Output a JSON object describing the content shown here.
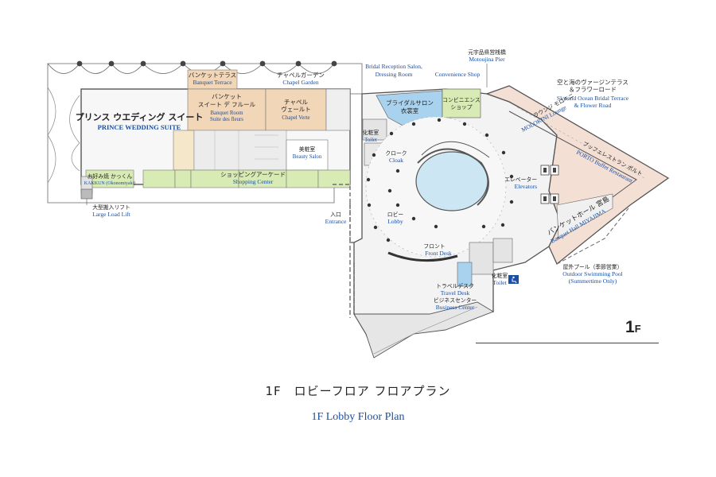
{
  "floor": {
    "big": "1",
    "small": "F"
  },
  "titles": {
    "jp": "1F　ロビーフロア フロアプラン",
    "en": "1F Lobby Floor Plan"
  },
  "colors": {
    "banquet_fill": "#f2d6b8",
    "beige_fill": "#f5e7c9",
    "green_fill": "#d9ebb4",
    "blue_fill": "#a9d2ee",
    "pool_fill": "#cde6f4",
    "gray_fill": "#e9e9e9",
    "lounge_fill": "#f3dfd3",
    "en_text": "#1a4fa3",
    "wall": "#555555"
  },
  "labels": {
    "banquet_terrace": {
      "jp": "バンケットテラス",
      "en": "Banquet Terrace"
    },
    "chapel_garden": {
      "jp": "チャペルガーデン",
      "en": "Chapel Garden"
    },
    "prince_wedding": {
      "jp": "プリンス ウエディング スイート",
      "en": "PRINCE WEDDING SUITE"
    },
    "banquet_room": {
      "jp1": "バンケット",
      "jp2": "スイート デ フルール",
      "en1": "Banquet Room",
      "en2": "Suite des fleurs"
    },
    "chapel_verte": {
      "jp1": "チャペル",
      "jp2": "ヴェールト",
      "en": "Chapel Verte"
    },
    "beauty": {
      "jp": "美粧室",
      "en": "Beauty Salon"
    },
    "okonomiyaki": {
      "jp": "お好み焼 かっくん",
      "en": "KAKKUN (Okonomiyaki)"
    },
    "shopping": {
      "jp": "ショッピングアーケード",
      "en": "Shopping Center"
    },
    "lift": {
      "jp": "大型搬入リフト",
      "en": "Large Load Lift"
    },
    "bridal": {
      "en1": "Bridal Reception Salon,",
      "en2": "Dressing Room",
      "jp1": "ブライダルサロン",
      "jp2": "衣裳室"
    },
    "convenience": {
      "en": "Convenience Shop",
      "jp1": "コンビニエンス",
      "jp2": "ショップ"
    },
    "pier": {
      "jp": "元宇品県営桟橋",
      "en": "Motoujina Pier"
    },
    "terrace": {
      "jp1": "空と海のヴァージンテラス",
      "jp2": "＆フラワーロード",
      "en1": "Sky and Ocean Bridal Terrace",
      "en2": "& Flower Road"
    },
    "molokini": {
      "jp": "ラウンジ モロキニ",
      "en": "MOLOKINI Lounge"
    },
    "porto": {
      "jp": "ブッフェレストラン ポルト",
      "en": "PORTO Buffet Restaurant"
    },
    "elevators": {
      "jp": "エレベーター",
      "en": "Elevators"
    },
    "miyajima": {
      "jp": "バンケットホール 宮島",
      "en": "Banquet Hall MIYAJIMA"
    },
    "toilet_top": {
      "jp": "化粧室",
      "en": "Toilet"
    },
    "cloak": {
      "jp": "クローク",
      "en": "Cloak"
    },
    "entrance": {
      "jp": "入口",
      "en": "Entrance"
    },
    "lobby": {
      "jp": "ロビー",
      "en": "Lobby"
    },
    "front": {
      "jp": "フロント",
      "en": "Front Desk"
    },
    "toilet_bottom": {
      "jp": "化粧室",
      "en": "Toilet"
    },
    "travel": {
      "jp1": "トラベルデスク",
      "en1": "Travel Desk",
      "jp2": "ビジネスセンター",
      "en2": "Business Center"
    },
    "pool": {
      "jp": "屋外プール（季節営業）",
      "en1": "Outdoor Swimming Pool",
      "en2": "(Summertime Only)"
    }
  },
  "icons": {
    "accessible": "wheelchair-icon"
  }
}
